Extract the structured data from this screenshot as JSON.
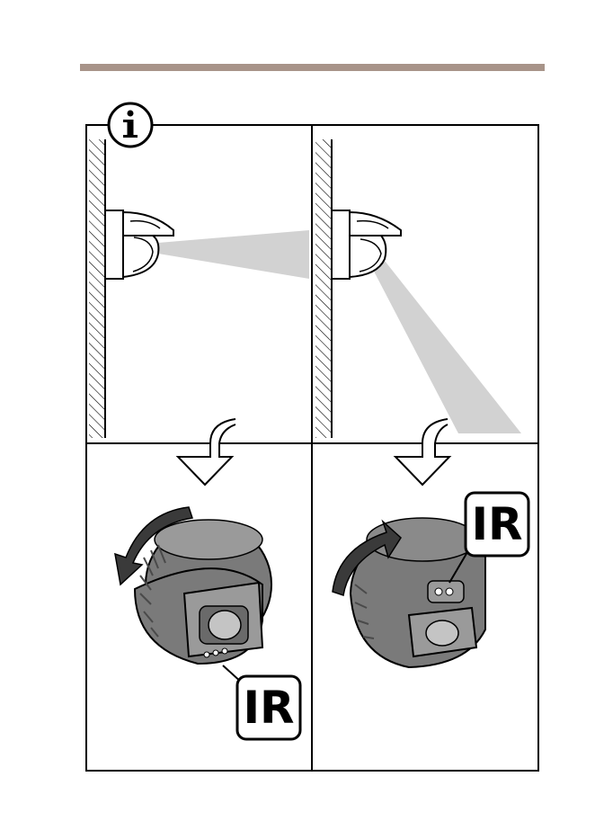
{
  "colors": {
    "header_rule": "#a89489",
    "beam": "#d2d2d2",
    "camera_body": "#7a7a7a",
    "camera_dark": "#4a4a4a",
    "lens_window": "#9a9a9a",
    "outline": "#000000"
  },
  "info_badge": {
    "icon": "info-icon",
    "glyph": "i"
  },
  "panels": {
    "wall_horizontal": {
      "icon": "wall-mounted-camera-horizontal-view-icon"
    },
    "wall_down": {
      "icon": "wall-mounted-camera-downward-view-icon"
    },
    "rotate_ccw": {
      "icon": "rotate-counterclockwise-arrow-icon",
      "label": "IR"
    },
    "rotate_cw": {
      "icon": "rotate-clockwise-arrow-icon",
      "label": "IR"
    }
  }
}
